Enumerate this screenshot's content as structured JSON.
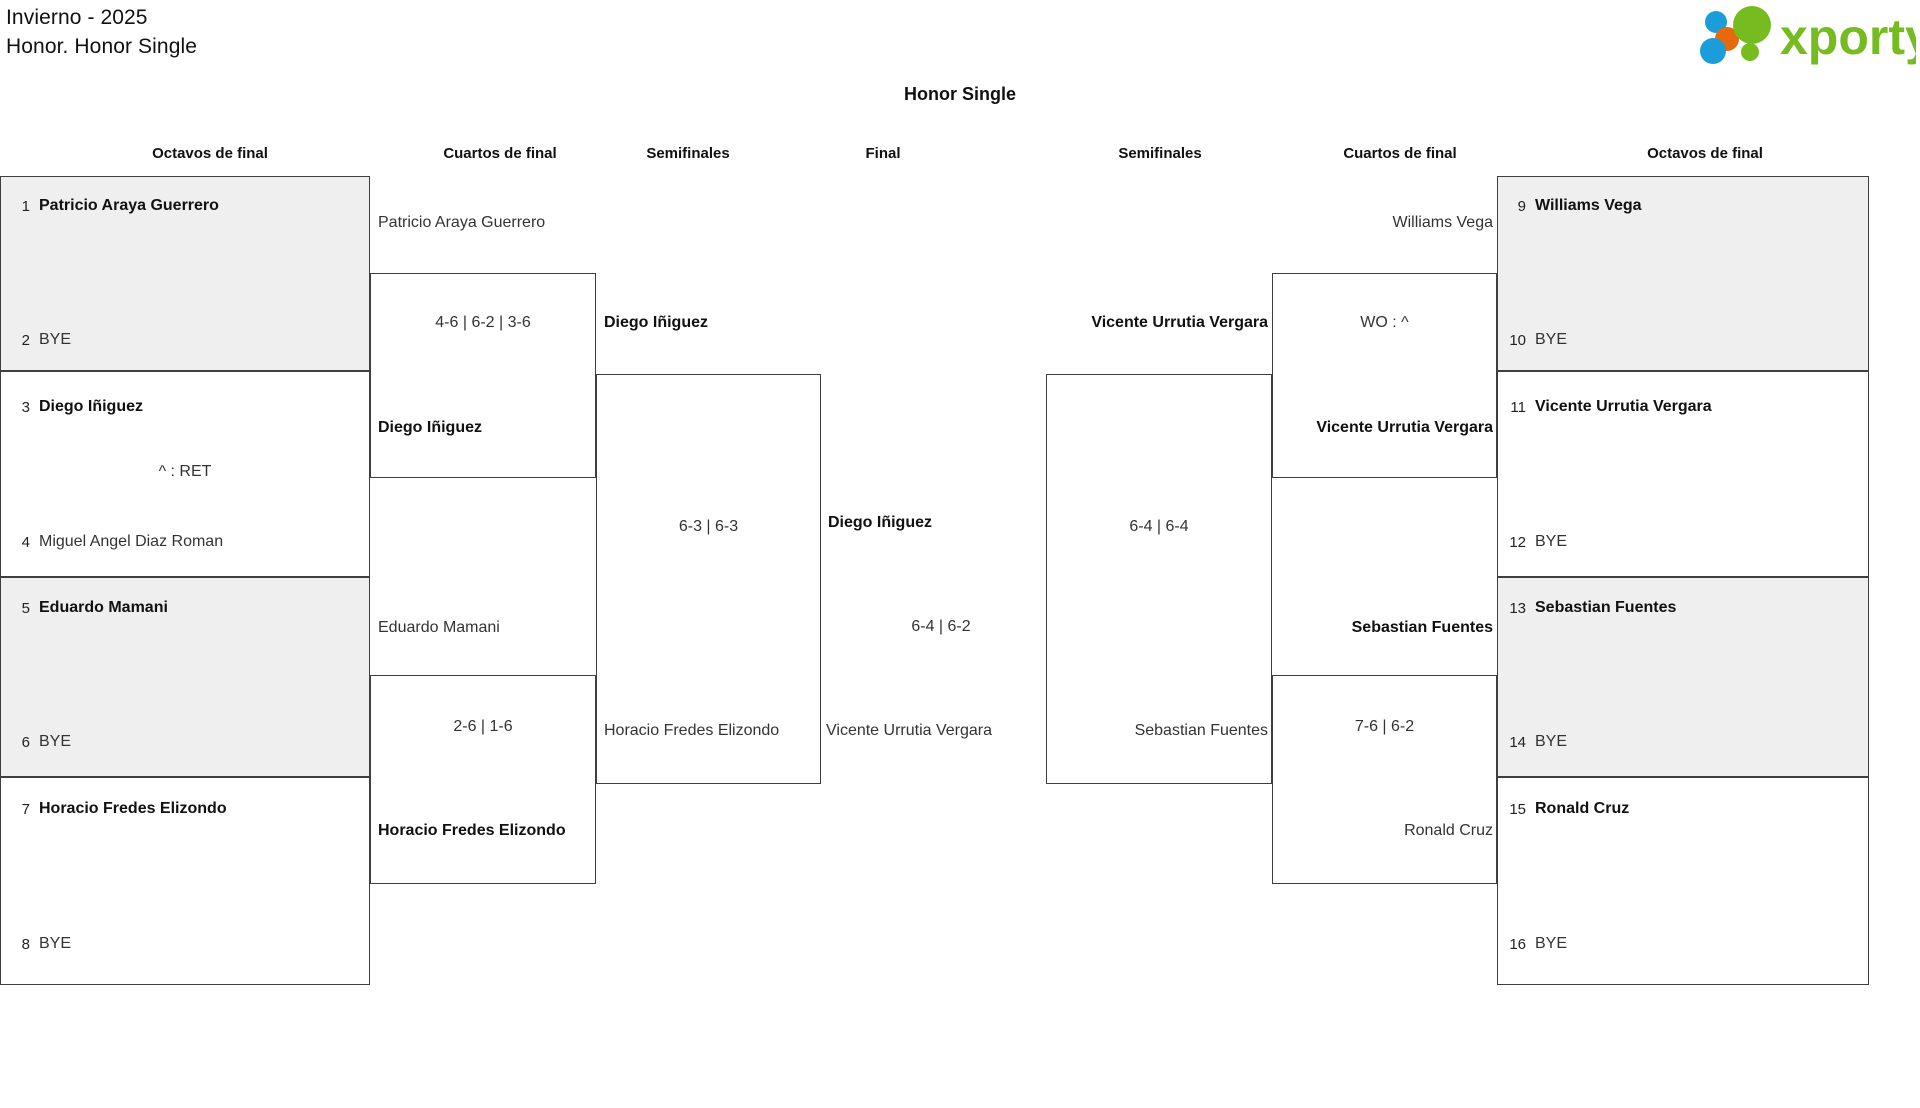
{
  "header": {
    "line1": "Invierno - 2025",
    "line2": "Honor. Honor Single",
    "logo_text": "xporty",
    "logo_colors": {
      "green": "#76bc21",
      "blue": "#1b9dd9",
      "orange": "#e8690b"
    }
  },
  "bracket_title": "Honor Single",
  "round_headers": [
    {
      "label": "Octavos de final",
      "side": "left"
    },
    {
      "label": "Cuartos de final",
      "side": "left"
    },
    {
      "label": "Semifinales",
      "side": "left"
    },
    {
      "label": "Final",
      "side": "center"
    },
    {
      "label": "Semifinales",
      "side": "right"
    },
    {
      "label": "Cuartos de final",
      "side": "right"
    },
    {
      "label": "Octavos de final",
      "side": "right"
    }
  ],
  "left": {
    "round1": [
      {
        "seed": "1",
        "name": "Patricio Araya Guerrero",
        "winner": true,
        "shaded": true,
        "score": ""
      },
      {
        "seed": "2",
        "name": "BYE",
        "winner": false,
        "shaded": true
      },
      {
        "seed": "3",
        "name": "Diego Iñiguez",
        "winner": true,
        "shaded": false,
        "score": "^ : RET"
      },
      {
        "seed": "4",
        "name": "Miguel Angel Diaz Roman",
        "winner": false,
        "shaded": false
      },
      {
        "seed": "5",
        "name": "Eduardo Mamani",
        "winner": true,
        "shaded": true,
        "score": ""
      },
      {
        "seed": "6",
        "name": "BYE",
        "winner": false,
        "shaded": true
      },
      {
        "seed": "7",
        "name": "Horacio Fredes Elizondo",
        "winner": true,
        "shaded": false,
        "score": ""
      },
      {
        "seed": "8",
        "name": "BYE",
        "winner": false,
        "shaded": false
      }
    ],
    "quarters": [
      {
        "top": "Patricio Araya Guerrero",
        "bottom": "Diego Iñiguez",
        "score": "4-6 | 6-2 | 3-6",
        "winner": "bottom"
      },
      {
        "top": "Eduardo Mamani",
        "bottom": "Horacio Fredes Elizondo",
        "score": "2-6 | 1-6",
        "winner": "bottom"
      }
    ],
    "semifinal": {
      "top": "Diego Iñiguez",
      "bottom": "Horacio Fredes Elizondo",
      "score": "6-3 | 6-3",
      "winner": "top"
    }
  },
  "final": {
    "top": "Diego Iñiguez",
    "bottom": "Vicente Urrutia Vergara",
    "score": "6-4 | 6-2",
    "winner": "top"
  },
  "right": {
    "round1": [
      {
        "seed": "9",
        "name": "Williams Vega",
        "winner": true,
        "shaded": true,
        "score": ""
      },
      {
        "seed": "10",
        "name": "BYE",
        "winner": false,
        "shaded": true
      },
      {
        "seed": "11",
        "name": "Vicente Urrutia Vergara",
        "winner": true,
        "shaded": false,
        "score": ""
      },
      {
        "seed": "12",
        "name": "BYE",
        "winner": false,
        "shaded": false
      },
      {
        "seed": "13",
        "name": "Sebastian Fuentes",
        "winner": true,
        "shaded": true,
        "score": ""
      },
      {
        "seed": "14",
        "name": "BYE",
        "winner": false,
        "shaded": true
      },
      {
        "seed": "15",
        "name": "Ronald Cruz",
        "winner": true,
        "shaded": false,
        "score": ""
      },
      {
        "seed": "16",
        "name": "BYE",
        "winner": false,
        "shaded": false
      }
    ],
    "quarters": [
      {
        "top": "Williams Vega",
        "bottom": "Vicente Urrutia Vergara",
        "score": "WO : ^",
        "winner": "bottom"
      },
      {
        "top": "Sebastian Fuentes",
        "bottom": "Ronald Cruz",
        "score": "7-6 | 6-2",
        "winner": "top"
      }
    ],
    "semifinal": {
      "top": "Vicente Urrutia Vergara",
      "bottom": "Sebastian Fuentes",
      "score": "6-4 | 6-4",
      "winner": "top"
    }
  }
}
